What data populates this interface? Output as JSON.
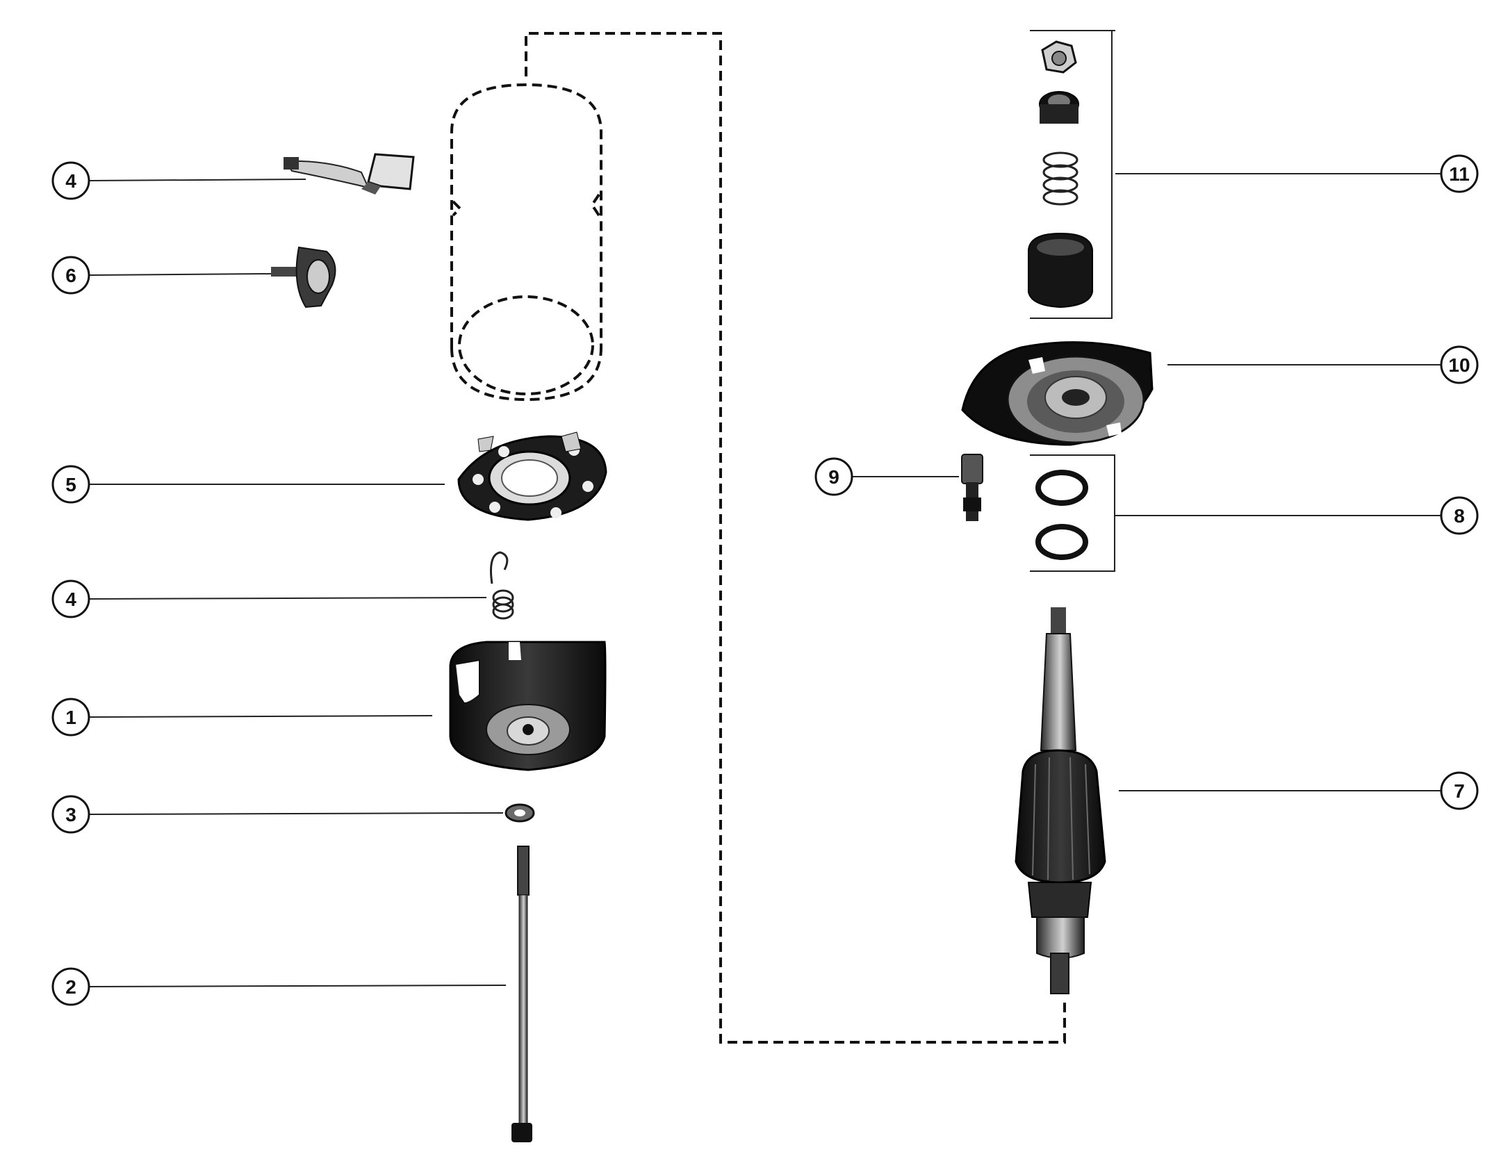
{
  "diagram": {
    "kind": "exploded parts view",
    "callouts": [
      {
        "id": "c4a",
        "label": "4"
      },
      {
        "id": "c6",
        "label": "6"
      },
      {
        "id": "c5",
        "label": "5"
      },
      {
        "id": "c4b",
        "label": "4"
      },
      {
        "id": "c1",
        "label": "1"
      },
      {
        "id": "c3",
        "label": "3"
      },
      {
        "id": "c2",
        "label": "2"
      },
      {
        "id": "c11",
        "label": "11"
      },
      {
        "id": "c10",
        "label": "10"
      },
      {
        "id": "c9",
        "label": "9"
      },
      {
        "id": "c8",
        "label": "8"
      },
      {
        "id": "c7",
        "label": "7"
      }
    ],
    "parts": {
      "housing": "housing-outline",
      "brush": "brush-with-lead",
      "terminal": "terminal-stud",
      "plate": "brush-plate",
      "spring": "brush-spring",
      "end_cap": "commutator-end-cap",
      "washer": "washer",
      "bolt": "through-bolt",
      "drive_group": "drive-assembly",
      "drive_end_cap": "drive-end-cap",
      "screw": "cap-screw",
      "seals": "o-rings",
      "armature": "armature"
    },
    "colors": {
      "ink": "#111111",
      "paper": "#ffffff",
      "metal": "#8a8a8a"
    }
  }
}
